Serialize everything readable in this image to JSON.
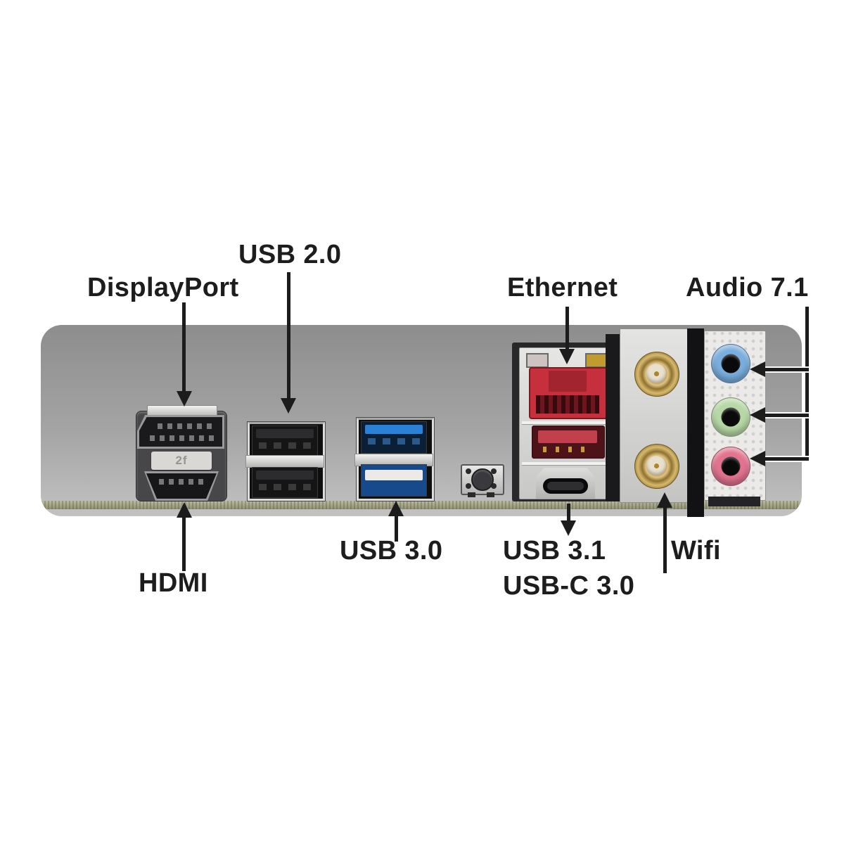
{
  "diagram": {
    "type": "motherboard-rear-io-panel",
    "labels": {
      "displayport": "DisplayPort",
      "usb2": "USB 2.0",
      "ethernet": "Ethernet",
      "audio": "Audio 7.1",
      "usb3": "USB 3.0",
      "hdmi": "HDMI",
      "usb31_line1": "USB 3.1",
      "usb31_line2": "USB-C 3.0",
      "wifi": "Wifi"
    },
    "sticker_text": "2f",
    "ports": [
      {
        "name": "displayport-port"
      },
      {
        "name": "hdmi-port"
      },
      {
        "name": "usb2-port-upper"
      },
      {
        "name": "usb2-port-lower"
      },
      {
        "name": "usb3-port-upper"
      },
      {
        "name": "usb3-port-lower"
      },
      {
        "name": "small-push-button"
      },
      {
        "name": "ethernet-rj45-port"
      },
      {
        "name": "usb31-type-a-port"
      },
      {
        "name": "usb-c-port"
      },
      {
        "name": "wifi-antenna-connector-upper"
      },
      {
        "name": "wifi-antenna-connector-lower"
      },
      {
        "name": "audio-jack-blue"
      },
      {
        "name": "audio-jack-green"
      },
      {
        "name": "audio-jack-pink"
      }
    ],
    "colors": {
      "label_text": "#1d1d1d",
      "arrow": "#1c1c1c",
      "panel_top": "#8d8d8d",
      "panel_bottom": "#c2c2c2",
      "pcb_edge": "#a3a483",
      "ethernet_red": "#c5303c",
      "usb31_red": "#c2404c",
      "usb3_blue": "#2b80d8",
      "audio_blue": "#79aede",
      "audio_green": "#b7d8a6",
      "audio_pink": "#e2738f",
      "sma_gold": "#c9a752",
      "led_left": "#cfc3c1",
      "led_right": "#c09c30"
    }
  }
}
